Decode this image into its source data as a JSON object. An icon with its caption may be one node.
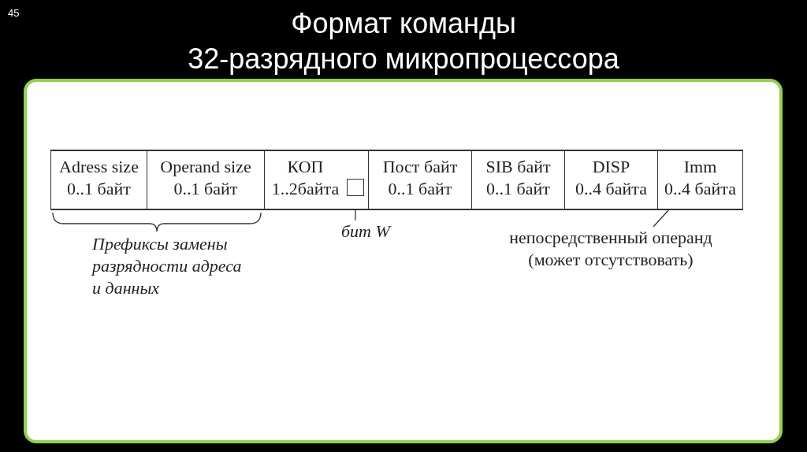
{
  "diagram": {
    "title": "Формат команды 32-разрядного микропроцессора",
    "nodes": [
      {
        "text": [
          "Adress size",
          "0..1 байт"
        ]
      },
      {
        "text": [
          "Operand size",
          "0..1 байт"
        ]
      },
      {
        "text": [
          "КОП",
          "1..2байта"
        ]
      },
      {
        "text": [],
        "shape": "box",
        "in": 2
      },
      {
        "text": [
          "Пост байт",
          "0..1 байт"
        ]
      },
      {
        "text": [
          "SIB байт",
          "0..1 байт"
        ]
      },
      {
        "text": [
          "DISP",
          "0..4 байта"
        ]
      },
      {
        "text": [
          "Imm",
          "0..4 байта"
        ]
      },
      {
        "text": [
          "бит W"
        ]
      },
      {
        "text": [
          "непосредственный операнд (может отсутствовать)"
        ]
      }
    ],
    "edges": [
      {
        "from": 8,
        "to": 3,
        "arrow": "none"
      },
      {
        "from": 9,
        "to": 7,
        "arrow": "none"
      }
    ],
    "labels": [
      "45",
      "Префиксы замены разрядности адреса и данных"
    ]
  }
}
